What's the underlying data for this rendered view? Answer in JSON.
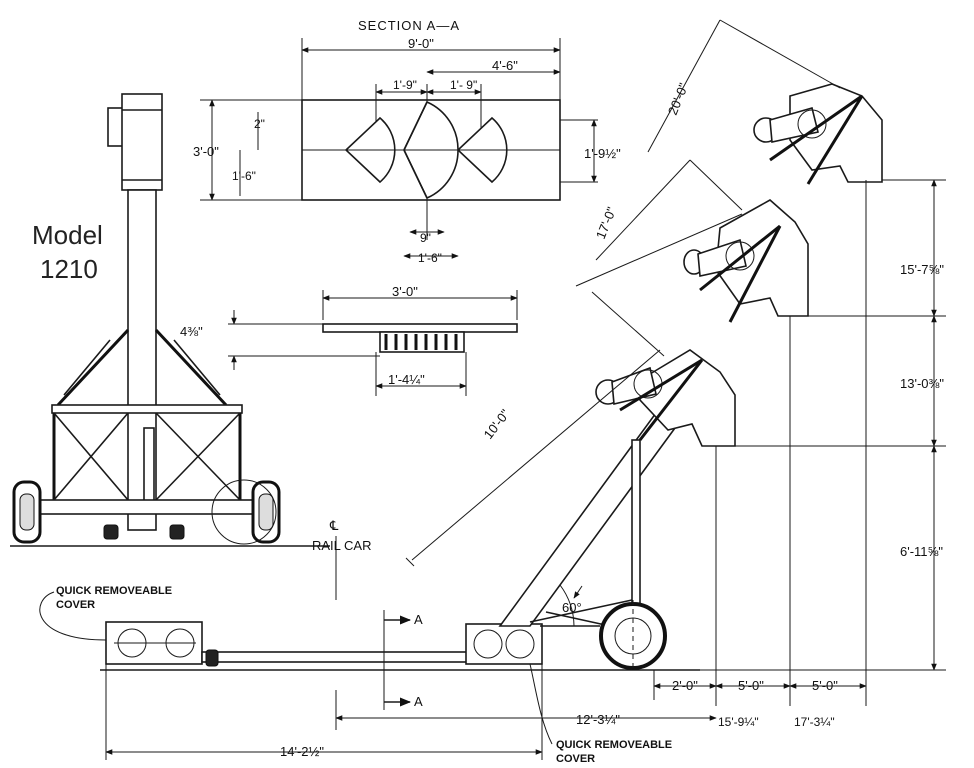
{
  "model": {
    "line1": "Model",
    "line2": "1210"
  },
  "section": {
    "title": "SECTION  A—A",
    "width": "9'-0\"",
    "offset": "4'-6\"",
    "left_spacing": "1'-9\"",
    "right_spacing": "1'- 9\"",
    "height": "3'-0\"",
    "dim_2": "2\"",
    "dim_1_6_left": "1'-6\"",
    "dim_1_9_half": "1'-9½\"",
    "dim_9": "9\"",
    "dim_1_6_bottom": "1'-6\""
  },
  "detail": {
    "width": "3'-0\"",
    "height": "4⅜\"",
    "base": "1'-4¼\""
  },
  "elevator": {
    "length_20": "20'-0\"",
    "length_17": "17'-0\"",
    "length_10": "10'-0\"",
    "angle": "60°",
    "height_15": "15'-7⅝\"",
    "height_13": "13'-0⅜\"",
    "height_6": "6'-11⅝\"",
    "spacing_2": "2'-0\"",
    "spacing_5a": "5'-0\"",
    "spacing_5b": "5'-0\"",
    "reach_15": "15'-9¼\"",
    "reach_17": "17'-3¼\"",
    "reach_12": "12'-3¼\""
  },
  "base": {
    "rail_car_symbol": "℄",
    "rail_car": "RAIL CAR",
    "section_a": "A",
    "section_a2": "A",
    "overall": "14'-2½\"",
    "cover_left_line1": "QUICK  REMOVEABLE",
    "cover_left_line2": "COVER",
    "cover_right_line1": "QUICK REMOVEABLE",
    "cover_right_line2": "COVER"
  }
}
